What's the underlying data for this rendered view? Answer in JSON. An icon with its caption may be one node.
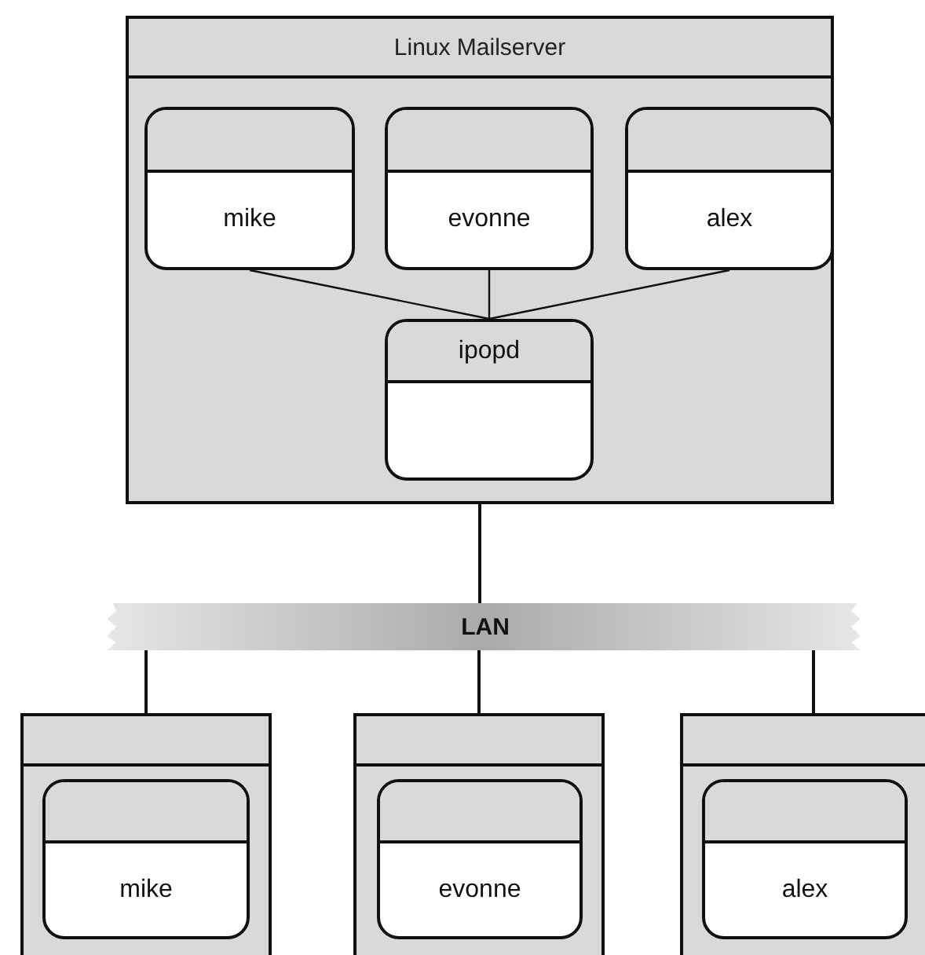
{
  "diagram": {
    "nodes": [
      {
        "text": [
          "Linux Mailserver"
        ]
      },
      {
        "text": [
          "mike"
        ],
        "in": 0
      },
      {
        "text": [
          "evonne"
        ],
        "in": 0
      },
      {
        "text": [
          "alex"
        ],
        "in": 0
      },
      {
        "text": [
          "ipopd"
        ],
        "in": 0
      },
      {
        "text": [
          "LAN"
        ]
      },
      {
        "text": [],
        "shape": "box"
      },
      {
        "text": [
          "mike"
        ],
        "in": 6
      },
      {
        "text": [],
        "shape": "box"
      },
      {
        "text": [
          "evonne"
        ],
        "in": 8
      },
      {
        "text": [],
        "shape": "box"
      },
      {
        "text": [
          "alex"
        ],
        "in": 10
      }
    ],
    "edges": [
      {
        "from": 1,
        "to": 4,
        "arrow": "none"
      },
      {
        "from": 2,
        "to": 4,
        "arrow": "none"
      },
      {
        "from": 3,
        "to": 4,
        "arrow": "none"
      },
      {
        "from": 0,
        "to": 5,
        "arrow": "none"
      },
      {
        "from": 5,
        "to": 6,
        "arrow": "none"
      },
      {
        "from": 5,
        "to": 8,
        "arrow": "none"
      },
      {
        "from": 5,
        "to": 10,
        "arrow": "none"
      }
    ]
  }
}
